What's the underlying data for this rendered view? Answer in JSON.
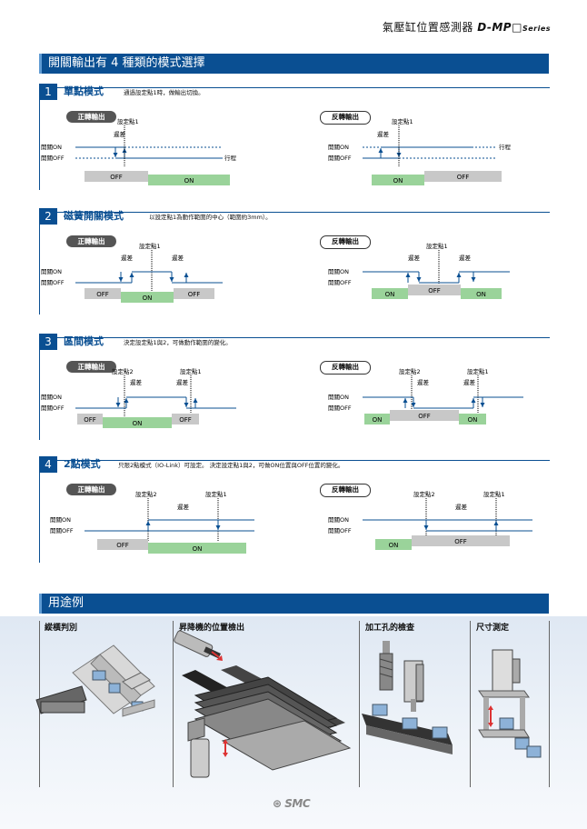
{
  "header": {
    "title_zh": "氣壓缸位置感測器 ",
    "title_model": "D-MP□",
    "title_series": "Series"
  },
  "section_bar": {
    "title": "開關輸出有 4 種類的模式選擇"
  },
  "modes": [
    {
      "num": "1",
      "name": "單點模式",
      "desc": "通過設定點1時，做輸出切換。"
    },
    {
      "num": "2",
      "name": "磁簧開關模式",
      "desc": "以設定點1為動作範圍的中心（範圍約3mm）。"
    },
    {
      "num": "3",
      "name": "區間模式",
      "desc": "決定設定點1與2，可做動作範圍的變化。"
    },
    {
      "num": "4",
      "name": "2點模式",
      "desc": "只限2點模式（IO-Link）可設定。 決定設定點1與2，可做ON位置與OFF位置的變化。"
    }
  ],
  "pills": {
    "forward": "正轉輸出",
    "reverse": "反轉輸出"
  },
  "labels": {
    "on": "開關ON",
    "off": "開關OFF",
    "stroke": "行程",
    "hyst": "遲差",
    "sp1": "設定點1",
    "sp2": "設定點2",
    "bar_on": "ON",
    "bar_off": "OFF"
  },
  "usage": {
    "title": "用途例",
    "items": [
      {
        "label": "縱橫判別"
      },
      {
        "label": "昇降機的位置檢出"
      },
      {
        "label": "加工孔的檢查"
      },
      {
        "label": "尺寸測定"
      }
    ]
  },
  "footer": {
    "brand": "SMC"
  },
  "colors": {
    "brand_blue": "#0a4f92",
    "on_green": "#9ad39a",
    "off_gray": "#c8c8c8"
  }
}
